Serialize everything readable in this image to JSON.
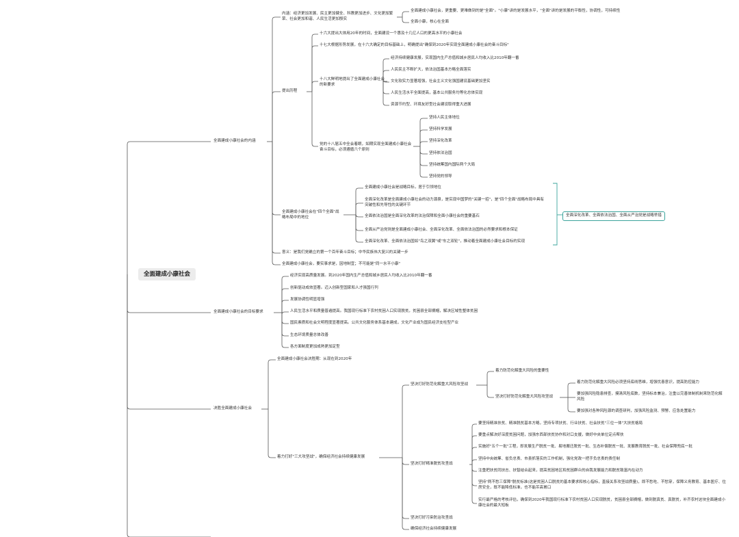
{
  "colors": {
    "line": "#555555",
    "box_border": "#3aa39b",
    "bracket": "#3aa39b",
    "root_bg": "#ececec"
  },
  "mindmap": {
    "root": "全面建成小康社会",
    "connotation": {
      "label": "全面建成小康社会的内涵",
      "neihan": {
        "label": "内涵：经济更加发展、民主更加健全、科教更加进步、文化更加繁荣、社会更加和谐、人民生活更加殷实",
        "items": [
          "全面建成小康社会，更重要、更难做到的是\"全面\"。\"小康\"讲的是发展水平，\"全面\"讲的是发展的平衡性，协调性，可持续性",
          "全面小康，核心在全面"
        ]
      },
      "history": {
        "label": "提出历程",
        "items": [
          "十六大提出大体用20年的时间，全面建设一个惠及十几亿人口的更高水平的小康社会",
          "十七大根据形势发展，在十六大确定的目标基础上，明确提出\"确保到2020年实现全面建成小康社会的奋斗目标\""
        ],
        "eighteen": {
          "label": "十八大鲜明地提出了全面建成小康社会的新要求",
          "items": [
            "经济持续健康发展，实现国内生产总值和城乡居民人均收入比2010年翻一番",
            "人民民主不断扩大，依法治国基本方略全面落实",
            "文化软实力显著增强，社会主义文化强国建设基础更加坚实",
            "人民生活水平全面提高，基本公共服务均等化总体实现",
            "资源节约型、环境友好型社会建设取得重大进展"
          ]
        },
        "fifth": {
          "label": "党的十八届五中全会着眼，如期实现全面建成小康社会奋斗目标，必须遵循六个原则",
          "items": [
            "坚持人民主体地位",
            "坚持科学发展",
            "坚持深化改革",
            "坚持依法治国",
            "坚持统筹国内国际两个大局",
            "坚持党的领导"
          ]
        }
      },
      "position": {
        "label": "全面建成小康社会在\"四个全面\"战略布局中的地位",
        "items": [
          "全面建成小康社会是战略目标，居于引领地位",
          "全面深化改革是全面建成小康社会的动力源泉，是实现中国梦的\"关键一招\"，是\"四个全面\"战略布局中具有突破性和先导性的关键环节",
          "全面依法治国是全面深化改革的法治保障和全面小康社会的重要基石",
          "全面从严治党则是全面建成小康社会、全面深化改革、全面依法治国的必然要求和根本保证",
          "全面深化改革、全面依法治国如\"鸟之双翼\"或\"车之双轮\"，推动着全面建成小康社会目标的实现"
        ],
        "summary": "全面深化改革、全面依法治国、全面从严治党是战略举措"
      },
      "meaning": "意义：是我们党确立的第一个百年奋斗目标；中华民族伟大复兴的关键一步",
      "requirement": "全面建成小康社会，要实事求是，因地制宜；不可能是\"同一水平小康\""
    },
    "goals": {
      "label": "全面建成小康社会的目标要求",
      "items": [
        "经济实现高质量发展。到2020年国内生产总值和城乡居民人均收入比2010年翻一番",
        "创新驱动成效显著。迈入创新型国家和人才强国行列",
        "发展协调性明显增强",
        "人民生活水平和质量普遍提高。我国现行标准下农村贫困人口实现脱贫，贫困县全部摘帽，解决区域性整体贫困",
        "国民素质和社会文明程度显著提高。公共文化服务体系基本建成，文化产业成为国民经济支柱型产业",
        "生态环境质量总体改善",
        "各方面制度更加成熟更加定型"
      ]
    },
    "decisive": {
      "label": "决胜全面建成小康社会",
      "period": "全面建成小康社会决胜期：从现在到2020年",
      "battles": {
        "label": "着力打好\"三大攻坚战\"，确保经济社会持续健康发展",
        "risk": {
          "label": "坚决打好防范化解重大风险攻坚战",
          "items": [
            "着力防范化解重大风险的重要性"
          ],
          "sub": {
            "label": "坚决打好防范化解重大风险攻坚战",
            "items": [
              "着力防范化解重大风险必须坚持底线思维，增强忧患意识，提高防控能力",
              "要加强风险隐患排查，摸清风险底数，坚持标本兼治，注重以完善体制机制来防范化解风险",
              "要加强对各种风险源的调查研判，加强风险监测、预警、应急处置能力"
            ]
          }
        },
        "poverty": {
          "label": "坚决打好精准脱贫攻坚战",
          "items": [
            "要坚持精准扶贫、精准脱贫基本方略，坚持专项扶贫、行业扶贫、社会扶贫\"三位一体\"大扶贫格局",
            "要重点解决好深度贫困问题，加强东西部扶贫协作和对口支援，做好中央单位定点帮扶",
            "实施好\"五个一批\"工程，即发展生产脱贫一批、易地搬迁脱贫一批、生态补偿脱贫一批、发展教育脱贫一批、社会保障兜底一批",
            "坚持中央统筹、省负总责、市县抓落实的工作机制，强化党政一把手负总责的责任制",
            "注重把扶贫同扶志、扶智结合起来，提高贫困地区和贫困群众的自我发展能力和脱贫致富内在动力",
            "坚持\"两不愁三保障\"脱贫标准(这是贫困人口脱贫的基本要求和核心指标，直接关系攻坚战质量)，即不愁吃、不愁穿，保障义务教育、基本医疗、住房安全，既不能降低标准，也不能吊高胃口",
            "实行最严格的考核评估，确保到2020年我国现行标准下农村贫困人口实现脱贫，贫困县全部摘帽，做到脱真贫、真脱贫，补齐农村这块全面建成小康社会的最大短板"
          ]
        },
        "pollution": "坚决打好污染防治攻坚战",
        "ensure": "确保经济社会持续健康发展"
      }
    }
  }
}
